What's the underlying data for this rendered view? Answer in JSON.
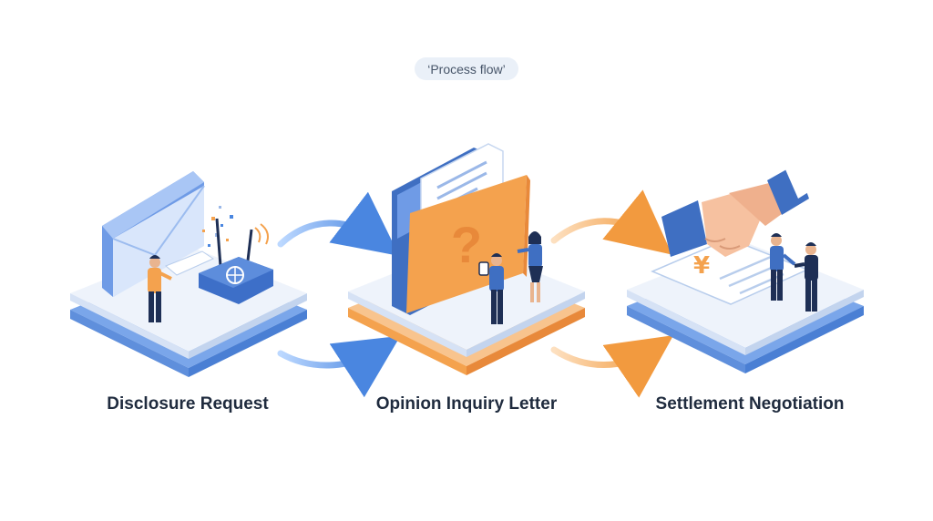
{
  "header": {
    "pill_text": "‘Process flow’"
  },
  "steps": [
    {
      "label": "Disclosure Request"
    },
    {
      "label": "Opinion Inquiry Letter"
    },
    {
      "label": "Settlement Negotiation"
    }
  ],
  "colors": {
    "blue_accent": "#4a7fd4",
    "orange_accent": "#f4a24e",
    "platform_top": "#eef3fb",
    "label_text": "#1f2b3e"
  },
  "icons": [
    "envelope-icon",
    "router-icon",
    "folder-icon",
    "document-icon",
    "question-mark-icon",
    "handshake-icon",
    "contract-icon",
    "person-icon"
  ]
}
